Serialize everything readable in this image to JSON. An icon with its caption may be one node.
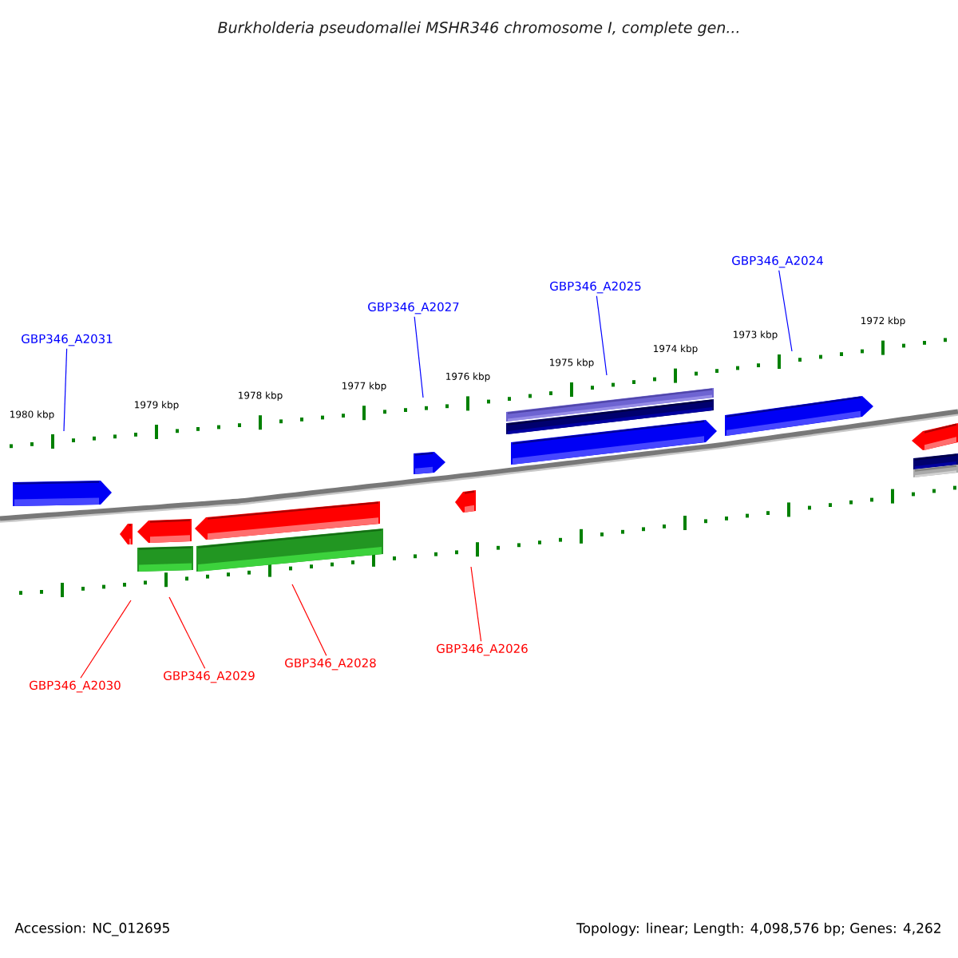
{
  "diagram": {
    "title": "Burkholderia pseudomallei MSHR346 chromosome I, complete gen...",
    "nodes": [
      {
        "text": [
          "GBP346_A2031"
        ]
      },
      {
        "text": [
          "GBP346_A2027"
        ]
      },
      {
        "text": [
          "GBP346_A2025"
        ]
      },
      {
        "text": [
          "GBP346_A2024"
        ]
      },
      {
        "text": [
          "GBP346_A2030"
        ]
      },
      {
        "text": [
          "GBP346_A2029"
        ]
      },
      {
        "text": [
          "GBP346_A2028"
        ]
      },
      {
        "text": [
          "GBP346_A2026"
        ]
      }
    ],
    "edges": [
      {
        "from": 0,
        "to": null,
        "arrow": "none",
        "color": "#0000ff"
      },
      {
        "from": 1,
        "to": null,
        "arrow": "none",
        "color": "#0000ff"
      },
      {
        "from": 2,
        "to": null,
        "arrow": "none",
        "color": "#0000ff"
      },
      {
        "from": 3,
        "to": null,
        "arrow": "none",
        "color": "#0000ff"
      },
      {
        "from": 4,
        "to": null,
        "arrow": "none",
        "color": "#ff0000"
      },
      {
        "from": 5,
        "to": null,
        "arrow": "none",
        "color": "#ff0000"
      },
      {
        "from": 6,
        "to": null,
        "arrow": "none",
        "color": "#ff0000"
      },
      {
        "from": 7,
        "to": null,
        "arrow": "none",
        "color": "#ff0000"
      }
    ],
    "labels": [
      "1980 kbp",
      "1979 kbp",
      "1978 kbp",
      "1977 kbp",
      "1976 kbp",
      "1975 kbp",
      "1974 kbp",
      "1973 kbp",
      "1972 kbp",
      "Accession: NC_012695",
      "Topology: linear; Length: 4,098,576 bp; Genes: 4,262"
    ]
  }
}
